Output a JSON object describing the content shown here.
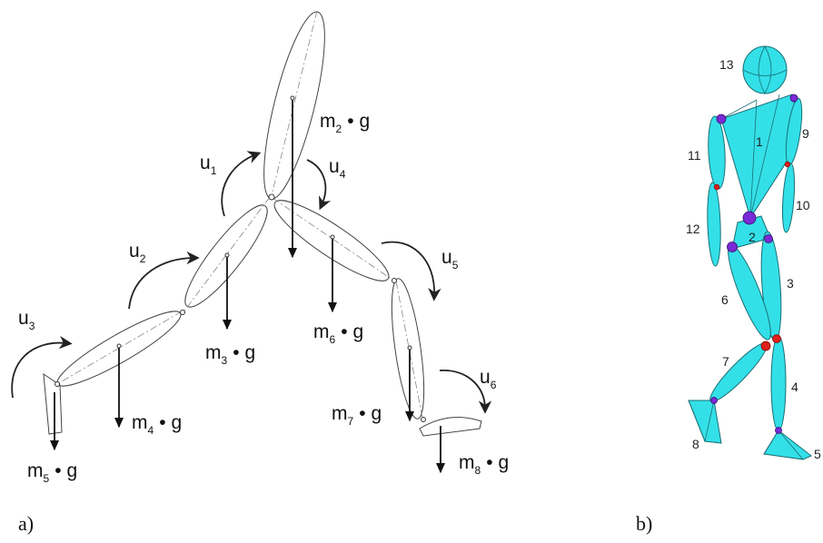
{
  "panel_a": {
    "caption": "a)",
    "forces": [
      {
        "m": "m",
        "sub": "2",
        "g": "g"
      },
      {
        "m": "m",
        "sub": "3",
        "g": "g"
      },
      {
        "m": "m",
        "sub": "4",
        "g": "g"
      },
      {
        "m": "m",
        "sub": "5",
        "g": "g"
      },
      {
        "m": "m",
        "sub": "6",
        "g": "g"
      },
      {
        "m": "m",
        "sub": "7",
        "g": "g"
      },
      {
        "m": "m",
        "sub": "8",
        "g": "g"
      }
    ],
    "torques": [
      {
        "u": "u",
        "sub": "1"
      },
      {
        "u": "u",
        "sub": "2"
      },
      {
        "u": "u",
        "sub": "3"
      },
      {
        "u": "u",
        "sub": "4"
      },
      {
        "u": "u",
        "sub": "5"
      },
      {
        "u": "u",
        "sub": "6"
      }
    ],
    "dot": "•"
  },
  "panel_b": {
    "caption": "b)",
    "segment_numbers": [
      "1",
      "2",
      "3",
      "4",
      "5",
      "6",
      "7",
      "8",
      "9",
      "10",
      "11",
      "12",
      "13"
    ],
    "colors": {
      "body": "#33e0e8",
      "joint_purple": "#7a2ad6",
      "joint_red": "#e0201a"
    }
  }
}
